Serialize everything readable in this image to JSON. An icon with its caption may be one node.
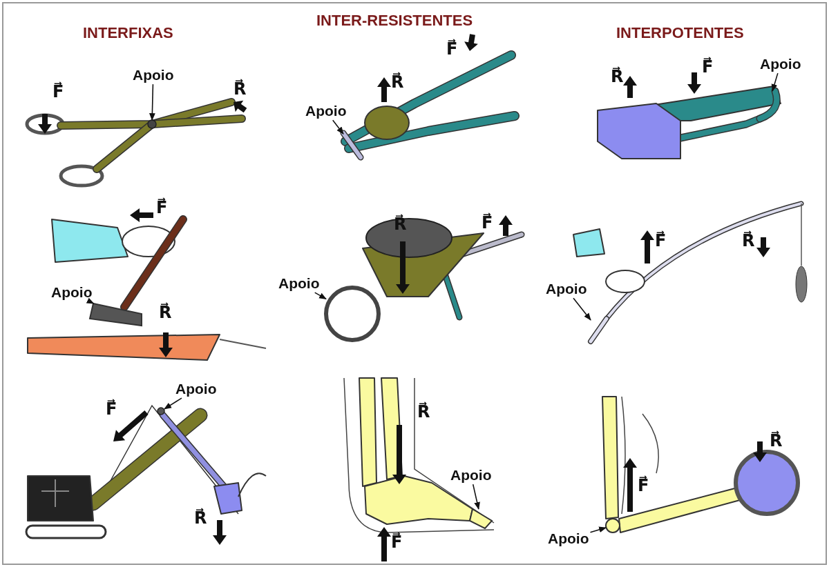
{
  "diagram": {
    "nodes": [
      {
        "text": [
          "Apoio"
        ]
      },
      {
        "text": [],
        "shape": "circle"
      },
      {
        "text": [
          "Apoio"
        ]
      },
      {
        "text": [],
        "shape": "bar"
      },
      {
        "text": [
          "Apoio"
        ]
      },
      {
        "text": [],
        "shape": "bar"
      },
      {
        "text": [
          "Apoio"
        ]
      },
      {
        "text": [],
        "shape": "picture"
      },
      {
        "text": [
          "Apoio"
        ]
      },
      {
        "text": [],
        "shape": "circle"
      },
      {
        "text": [
          "Apoio"
        ]
      },
      {
        "text": [],
        "shape": "bar"
      },
      {
        "text": [
          "Apoio"
        ]
      },
      {
        "text": [],
        "shape": "circle"
      },
      {
        "text": [
          "Apoio"
        ]
      },
      {
        "text": [],
        "shape": "picture"
      },
      {
        "text": [
          "Apoio"
        ]
      },
      {
        "text": [],
        "shape": "circle"
      }
    ],
    "edges": [
      {
        "from": 0,
        "to": 1,
        "arrow": "to"
      },
      {
        "from": 2,
        "to": 3,
        "arrow": "to"
      },
      {
        "from": 4,
        "to": 5,
        "arrow": "to"
      },
      {
        "from": 6,
        "to": 7,
        "arrow": "to"
      },
      {
        "from": 8,
        "to": 9,
        "arrow": "to"
      },
      {
        "from": 10,
        "to": 11,
        "arrow": "to"
      },
      {
        "from": 12,
        "to": 13,
        "arrow": "to"
      },
      {
        "from": 14,
        "to": 15,
        "arrow": "to"
      },
      {
        "from": 16,
        "to": 17,
        "arrow": "to"
      }
    ],
    "labels": [
      "INTERFIXAS",
      "INTER-RESISTENTES",
      "INTERPOTENTES",
      "F⃗",
      "R⃗",
      "F⃗",
      "R⃗",
      "R⃗",
      "F⃗",
      "F⃗",
      "R⃗",
      "R⃗",
      "F⃗",
      "F⃗",
      "R⃗",
      "F⃗",
      "R⃗",
      "R⃗",
      "F⃗",
      "R⃗",
      "F⃗"
    ]
  }
}
